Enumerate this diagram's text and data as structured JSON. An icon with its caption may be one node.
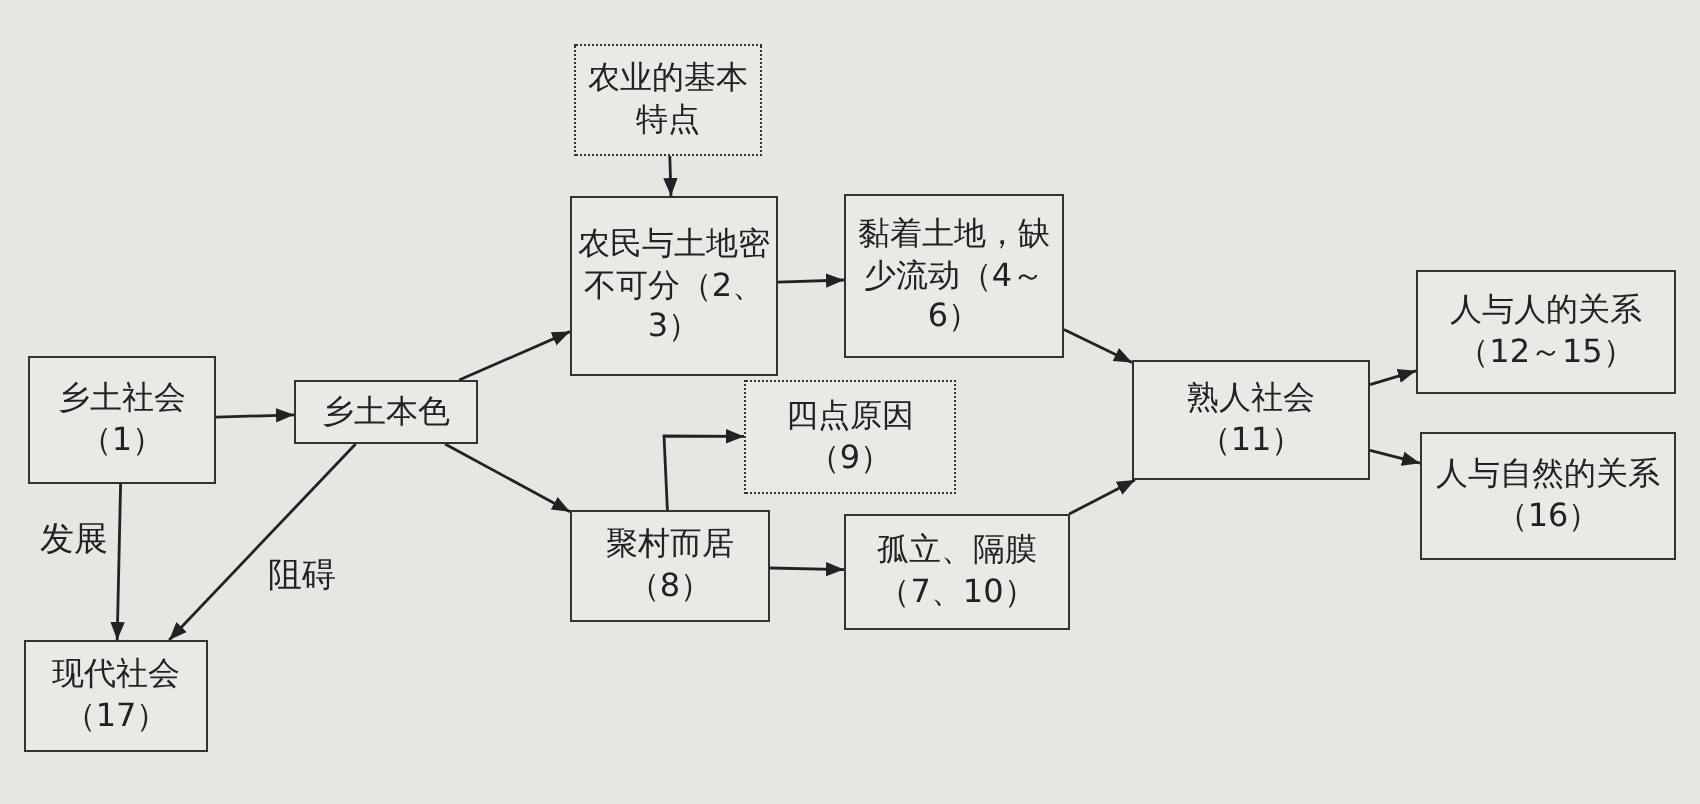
{
  "diagram": {
    "nodes": [
      {
        "text": [
          "乡土社会（1）"
        ]
      },
      {
        "text": [
          "乡土本色"
        ]
      },
      {
        "text": [
          "现代社会（17）"
        ]
      },
      {
        "text": [
          "农业的基本特点"
        ]
      },
      {
        "text": [
          "农民与土地密不可分（2、3）"
        ]
      },
      {
        "text": [
          "黏着土地，缺少流动（4～6）"
        ]
      },
      {
        "text": [
          "四点原因（9）"
        ]
      },
      {
        "text": [
          "聚村而居（8）"
        ]
      },
      {
        "text": [
          "孤立、隔膜（7、10）"
        ]
      },
      {
        "text": [
          "熟人社会（11）"
        ]
      },
      {
        "text": [
          "人与人的关系（12～15）"
        ]
      },
      {
        "text": [
          "人与自然的关系（16）"
        ]
      }
    ],
    "edges": [
      {
        "from": 0,
        "to": 1,
        "arrow": "to"
      },
      {
        "from": 0,
        "to": 2,
        "arrow": "to",
        "label": "发展"
      },
      {
        "from": 1,
        "to": 2,
        "arrow": "to",
        "label": "阻碍"
      },
      {
        "from": 1,
        "to": 4,
        "arrow": "to"
      },
      {
        "from": 1,
        "to": 7,
        "arrow": "to"
      },
      {
        "from": 3,
        "to": 4,
        "arrow": "to"
      },
      {
        "from": 4,
        "to": 5,
        "arrow": "to"
      },
      {
        "from": 7,
        "to": 6,
        "arrow": "to"
      },
      {
        "from": 7,
        "to": 8,
        "arrow": "to"
      },
      {
        "from": 5,
        "to": 9,
        "arrow": "to"
      },
      {
        "from": 8,
        "to": 9,
        "arrow": "to"
      },
      {
        "from": 9,
        "to": 10,
        "arrow": "to"
      },
      {
        "from": 9,
        "to": 11,
        "arrow": "to"
      }
    ]
  }
}
